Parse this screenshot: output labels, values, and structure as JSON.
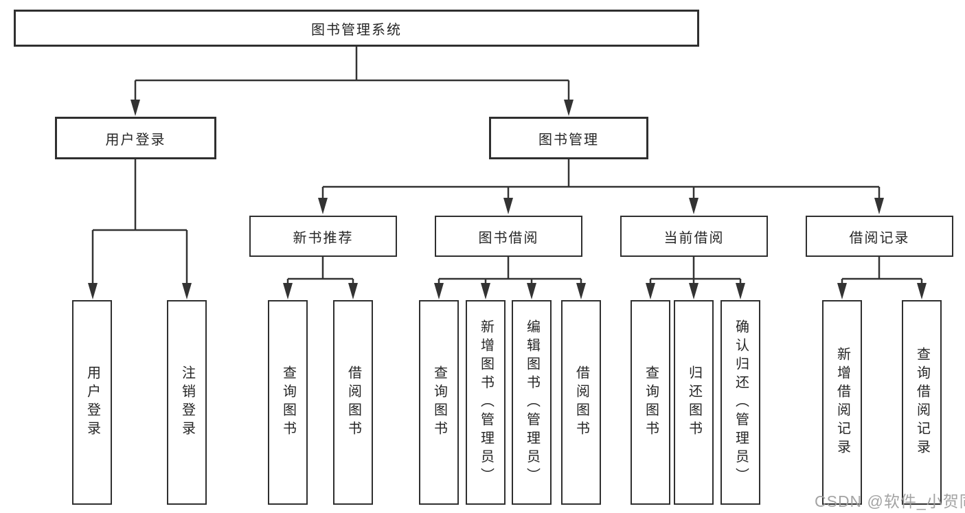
{
  "colors": {
    "line": "#333333",
    "box_border": "#2f2f2f",
    "text": "#262626",
    "watermark_text": "#9c9c9c",
    "background": "#ffffff"
  },
  "tree": {
    "root": {
      "label": "图书管理系统"
    },
    "level1": [
      {
        "label": "用户登录"
      },
      {
        "label": "图书管理"
      }
    ],
    "level2": [
      {
        "label": "新书推荐"
      },
      {
        "label": "图书借阅"
      },
      {
        "label": "当前借阅"
      },
      {
        "label": "借阅记录"
      }
    ],
    "login_children": [
      {
        "label": "用户登录"
      },
      {
        "label": "注销登录"
      }
    ],
    "recommend_children": [
      {
        "label": "查询图书"
      },
      {
        "label": "借阅图书"
      }
    ],
    "borrow_children": [
      {
        "label": "查询图书"
      },
      {
        "label": "新增图书（管理员）"
      },
      {
        "label": "编辑图书（管理员）"
      },
      {
        "label": "借阅图书"
      }
    ],
    "current_children": [
      {
        "label": "查询图书"
      },
      {
        "label": "归还图书"
      },
      {
        "label": "确认归还（管理员）"
      }
    ],
    "records_children": [
      {
        "label": "新增借阅记录"
      },
      {
        "label": "查询借阅记录"
      }
    ]
  },
  "watermark": "CSDN @软件_小贺同学"
}
